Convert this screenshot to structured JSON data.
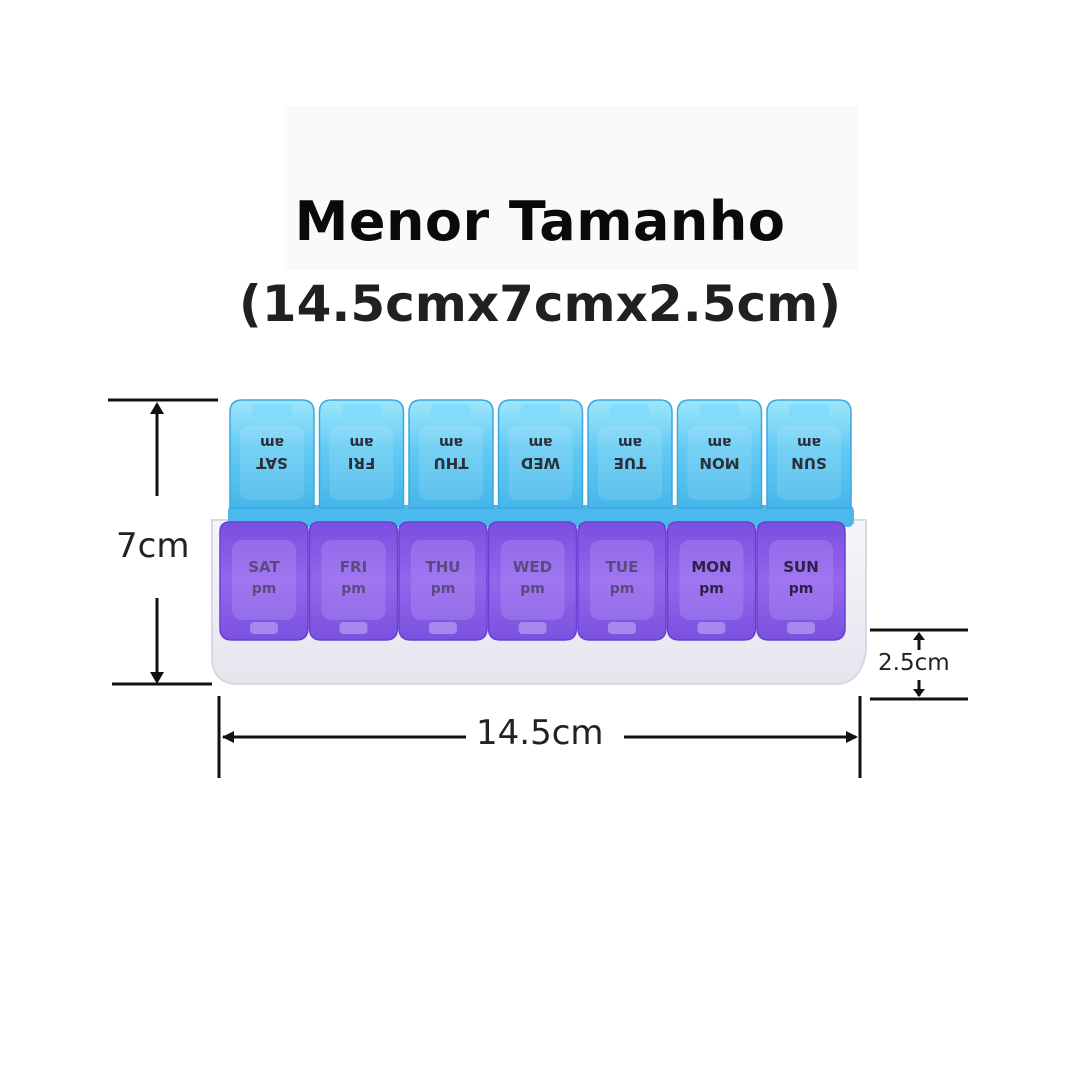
{
  "title": "Menor Tamanho",
  "subtitle": "(14.5cmx7cmx2.5cm)",
  "dimensions": {
    "height_label": "7cm",
    "width_label": "14.5cm",
    "depth_label": "2.5cm"
  },
  "compartments": [
    {
      "day": "SAT",
      "am": "am",
      "pm": "pm"
    },
    {
      "day": "FRI",
      "am": "am",
      "pm": "pm"
    },
    {
      "day": "THU",
      "am": "am",
      "pm": "pm"
    },
    {
      "day": "WED",
      "am": "am",
      "pm": "pm"
    },
    {
      "day": "TUE",
      "am": "am",
      "pm": "pm"
    },
    {
      "day": "MON",
      "am": "am",
      "pm": "pm"
    },
    {
      "day": "SUN",
      "am": "am",
      "pm": "pm"
    }
  ],
  "colors": {
    "am_lid": "#5fc8f2",
    "am_lid_light": "#8fe0fb",
    "pm_lid": "#8a5ee6",
    "pm_lid_light": "#a67cf0",
    "base": "#efeff4",
    "am_text": "#2a2f3a",
    "pm_text": "#4b3a6e"
  }
}
